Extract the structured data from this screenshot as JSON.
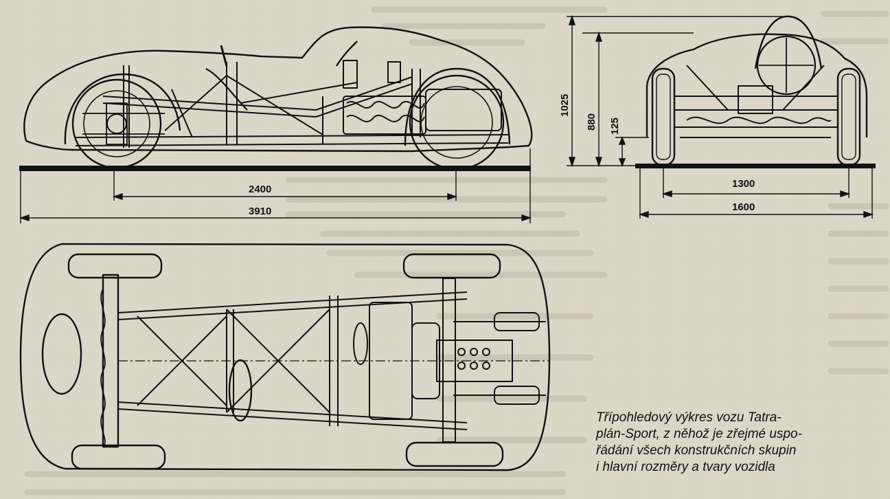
{
  "dimensions": {
    "wheelbase": "2400",
    "length": "3910",
    "height_total": "1025",
    "height_body": "880",
    "ground_clearance": "125",
    "track": "1300",
    "width": "1600"
  },
  "caption": {
    "line1": "Třípohledový výkres vozu Tatra-",
    "line2": "plán-Sport, z něhož je zřejmé uspo-",
    "line3": "řádání všech konstrukčních skupin",
    "line4": "i hlavní rozměry a tvary vozidla"
  },
  "colors": {
    "paper": "#dcd7c9",
    "ink": "#111111",
    "faint_text": "#bdb7a8"
  }
}
